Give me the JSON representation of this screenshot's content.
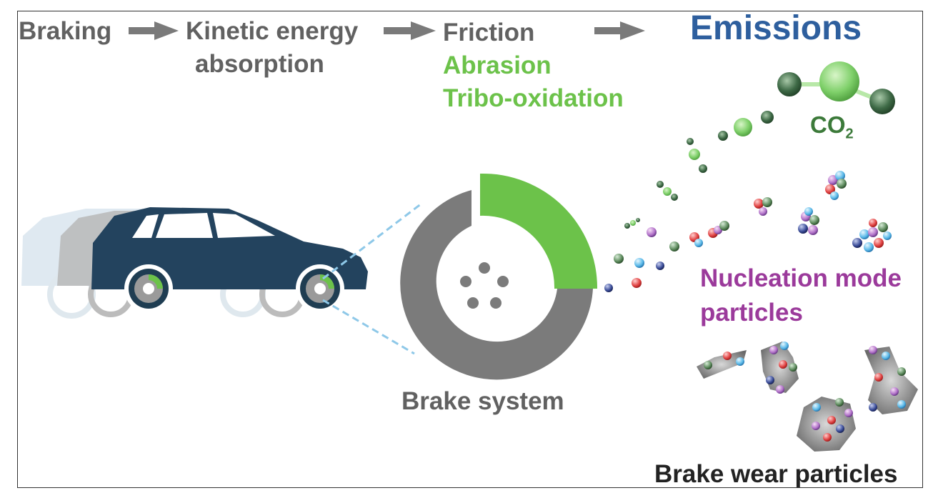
{
  "process": {
    "step1": "Braking",
    "step2_line1": "Kinetic energy",
    "step2_line2": "absorption",
    "step3_friction": "Friction",
    "step3_abrasion": "Abrasion",
    "step3_tribo": "Tribo-oxidation",
    "result": "Emissions"
  },
  "labels": {
    "brake_system": "Brake system",
    "co2_main": "CO",
    "co2_sub": "2",
    "nucleation_line1": "Nucleation mode",
    "nucleation_line2": "particles",
    "brake_wear": "Brake wear particles"
  },
  "colors": {
    "text_gray": "#616161",
    "green": "#6cc24a",
    "purple": "#9b3a9b",
    "title_blue": "#2e5f9e",
    "car_navy": "#23435e",
    "disc_gray": "#7b7b7b",
    "co2_green": "#3c7a3a"
  },
  "icons": [
    "arrow-icon",
    "car-icon",
    "brake-disc-icon",
    "co2-molecule-icon",
    "particle-icon"
  ]
}
